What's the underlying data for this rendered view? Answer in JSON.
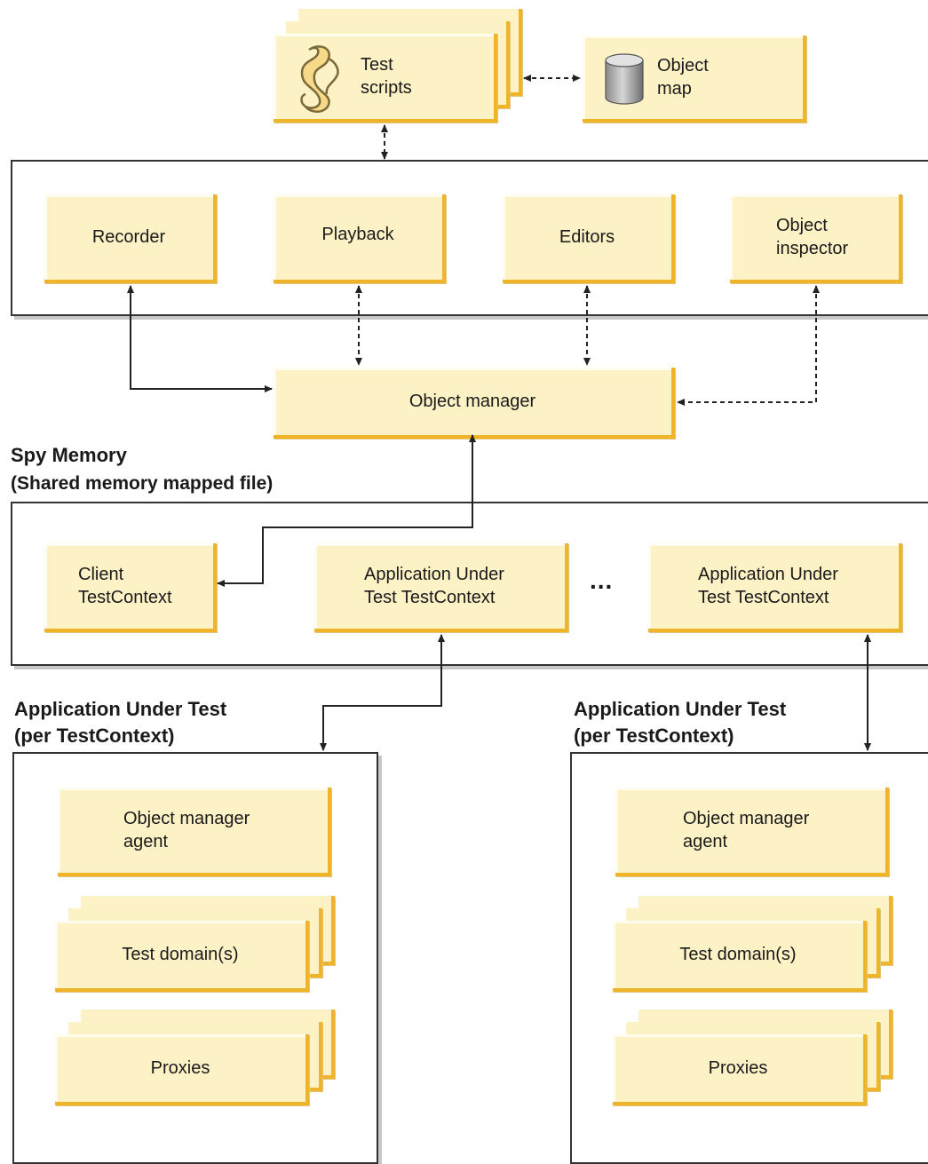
{
  "top": {
    "test_scripts": "Test\nscripts",
    "object_map": "Object\nmap"
  },
  "tools": {
    "recorder": "Recorder",
    "playback": "Playback",
    "editors": "Editors",
    "object_inspector": "Object\ninspector"
  },
  "object_manager": "Object manager",
  "spy_memory": {
    "title": "Spy Memory",
    "subtitle": "(Shared memory mapped file)",
    "client": "Client\nTestContext",
    "aut_context_1": "Application Under\nTest TestContext",
    "ellipsis": "...",
    "aut_context_2": "Application Under\nTest TestContext"
  },
  "aut_left": {
    "heading": "Application Under Test\n(per TestContext)",
    "agent": "Object manager\nagent",
    "domains": "Test domain(s)",
    "proxies": "Proxies"
  },
  "aut_right": {
    "heading": "Application Under Test\n(per TestContext)",
    "agent": "Object manager\nagent",
    "domains": "Test domain(s)",
    "proxies": "Proxies"
  },
  "colors": {
    "box_fill": "#fdf1c6",
    "box_edge": "#f0b428",
    "line": "#222222"
  },
  "icons": [
    "scroll-icon",
    "database-cylinder-icon"
  ]
}
